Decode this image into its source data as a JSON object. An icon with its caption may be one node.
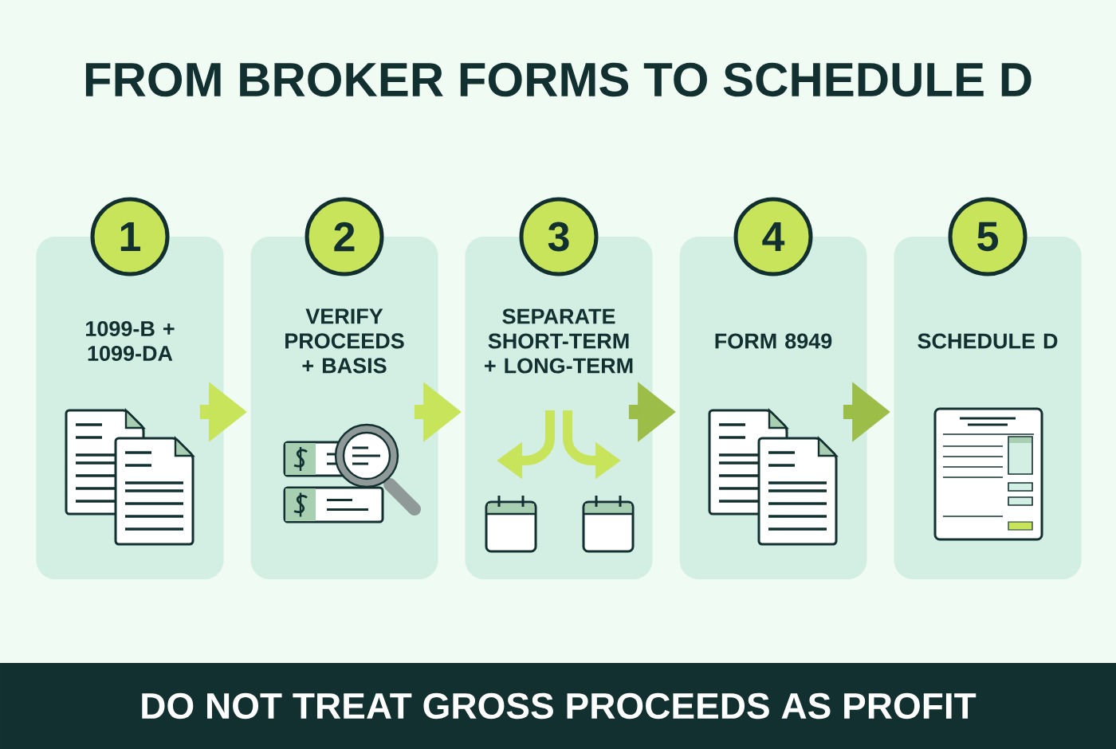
{
  "diagram": {
    "title": "FROM BROKER FORMS TO SCHEDULE D",
    "caption": "DO NOT TREAT GROSS PROCEEDS AS PROFIT",
    "nodes": [
      {
        "text": [
          "1",
          "1099-B + 1099-DA"
        ]
      },
      {
        "text": [
          "2",
          "VERIFY PROCEEDS + BASIS"
        ]
      },
      {
        "text": [
          "3",
          "SEPARATE SHORT-TERM + LONG-TERM"
        ]
      },
      {
        "text": [
          "4",
          "FORM 8949"
        ]
      },
      {
        "text": [
          "5",
          "SCHEDULE D"
        ]
      }
    ],
    "edges": [
      {
        "from": 0,
        "to": 1,
        "arrow": "to"
      },
      {
        "from": 1,
        "to": 2,
        "arrow": "to"
      },
      {
        "from": 2,
        "to": 3,
        "arrow": "to",
        "color": "#9cbd48"
      },
      {
        "from": 3,
        "to": 4,
        "arrow": "to",
        "color": "#9cbd48"
      }
    ]
  }
}
